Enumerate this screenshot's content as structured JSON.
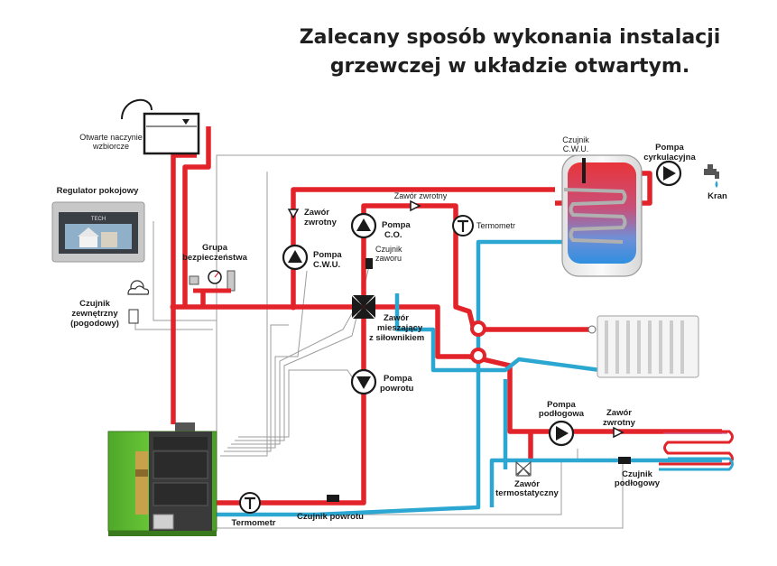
{
  "title": {
    "line1": "Zalecany sposób wykonania instalacji",
    "line2": "grzewczej w układzie otwartym."
  },
  "labels": {
    "tank_line1": "Otwarte naczynie",
    "tank_line2": "wzbiorcze",
    "regulator": "Regulator pokojowy",
    "regulator_brand": "TECH",
    "sensor_ext_line1": "Czujnik",
    "sensor_ext_line2": "zewnętrzny",
    "sensor_ext_line3": "(pogodowy)",
    "safety_line1": "Grupa",
    "safety_line2": "bezpieczeństwa",
    "check_valve_line1": "Zawór",
    "check_valve_line2": "zwrotny",
    "pump_cwu_line1": "Pompa",
    "pump_cwu_line2": "C.W.U.",
    "pump_co_line1": "Pompa",
    "pump_co_line2": "C.O.",
    "check_valve_top": "Zawór zwrotny",
    "thermometer_top": "Termometr",
    "valve_sensor_line1": "Czujnik",
    "valve_sensor_line2": "zaworu",
    "mixing_line1": "Zawór",
    "mixing_line2": "mieszający",
    "mixing_line3": "z siłownikiem",
    "pump_return_line1": "Pompa",
    "pump_return_line2": "powrotu",
    "thermometer_bottom": "Termometr",
    "return_sensor": "Czujnik powrotu",
    "cwu_sensor_line1": "Czujnik",
    "cwu_sensor_line2": "C.W.U.",
    "circ_pump_line1": "Pompa",
    "circ_pump_line2": "cyrkulacyjna",
    "tap": "Kran",
    "floor_pump_line1": "Pompa",
    "floor_pump_line2": "podłogowa",
    "floor_check_line1": "Zawór",
    "floor_check_line2": "zwrotny",
    "thermo_valve_line1": "Zawór",
    "thermo_valve_line2": "termostatyczny",
    "floor_sensor_line1": "Czujnik",
    "floor_sensor_line2": "podłogowy"
  },
  "colors": {
    "hot_pipe": "#e3232a",
    "cold_pipe": "#2ba7d2",
    "boiler": "#5cbd2d",
    "wire": "#9c9c9c"
  }
}
